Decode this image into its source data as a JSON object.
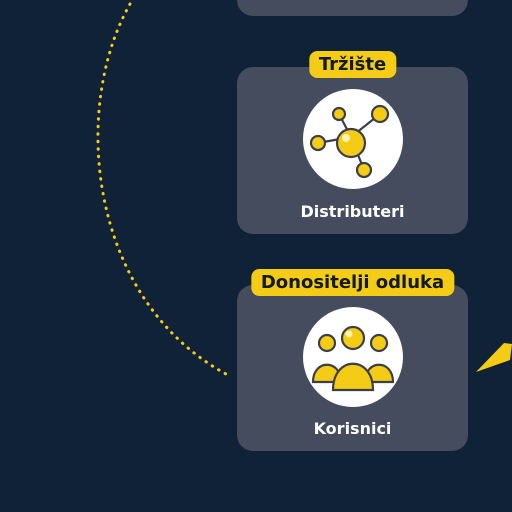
{
  "colors": {
    "background": "#0f2238",
    "card": "#444c5e",
    "accent": "#f5cc15",
    "text": "#ffffff"
  },
  "cards": [
    {
      "badge": "Tržište",
      "label": "Distributeri",
      "icon": "molecule-network-icon"
    },
    {
      "badge": "Donositelji odluka",
      "label": "Korisnici",
      "icon": "users-group-icon"
    }
  ]
}
